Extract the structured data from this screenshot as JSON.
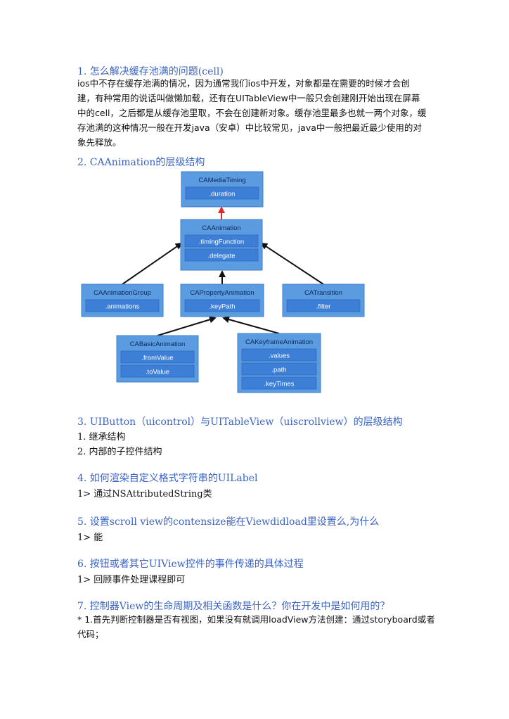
{
  "sections": {
    "s1": {
      "heading": "1.   怎么解决缓存池满的问题(cell)",
      "lines": [
        "ios中不存在缓存池满的情况，因为通常我们ios中开发，对象都是在需要的时候才会创",
        "建，有种常用的说话叫做懒加载，还有在UITableView中一般只会创建刚开始出现在屏幕",
        "中的cell，之后都是从缓存池里取，不会在创建新对象。缓存池里最多也就一两个对象，缓",
        "存池满的这种情况一般在开发java（安卓）中比较常见，java中一般把最近最少使用的对",
        "象先释放。"
      ]
    },
    "s2": {
      "heading": "2.   CAAnimation的层级结构"
    },
    "s3": {
      "heading": "3.   UIButton（uicontrol）与UITableView（uiscrollview）的层级结构",
      "items": [
        "1.   继承结构",
        "2.   内部的子控件结构"
      ]
    },
    "s4": {
      "heading": "4.   如何渲染自定义格式字符串的UILabel",
      "answer": "1> 通过NSAttributedString类"
    },
    "s5": {
      "heading": "5.   设置scroll view的contensize能在Viewdidload里设置么,为什么",
      "answer": "1> 能"
    },
    "s6": {
      "heading": "6.   按钮或者其它UIView控件的事件传递的具体过程",
      "answer": "1> 回顾事件处理课程即可"
    },
    "s7": {
      "heading": "7.   控制器View的生命周期及相关函数是什么？你在开发中是如何用的？",
      "lines": [
        "* 1.首先判断控制器是否有视图，如果没有就调用loadView方法创建：通过storyboard或者",
        "代码；"
      ]
    }
  },
  "diagram": {
    "colors": {
      "box_fill": "#5b9be0",
      "box_stroke": "#3f7fcf",
      "prop_fill": "#3d7fd6",
      "arrow": "#111111",
      "arrow_red": "#e02a2a"
    },
    "boxes": [
      {
        "id": "mediatiming",
        "title": "CAMediaTiming",
        "props": [
          ".duration"
        ]
      },
      {
        "id": "caanimation",
        "title": "CAAnimation",
        "props": [
          ".timingFunction",
          ".delegate"
        ]
      },
      {
        "id": "group",
        "title": "CAAnimationGroup",
        "props": [
          ".animations"
        ]
      },
      {
        "id": "property",
        "title": "CAPropertyAnimation",
        "props": [
          ".keyPath"
        ]
      },
      {
        "id": "transition",
        "title": "CATransition",
        "props": [
          ".filter"
        ]
      },
      {
        "id": "basic",
        "title": "CABasicAnimation",
        "props": [
          ".fromValue",
          ".toValue"
        ]
      },
      {
        "id": "keyframe",
        "title": "CAKeyframeAnimation",
        "props": [
          ".values",
          ".path",
          ".keyTimes"
        ]
      }
    ]
  }
}
